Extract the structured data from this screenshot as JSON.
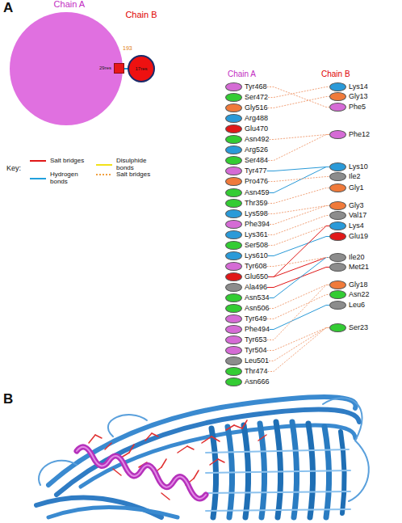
{
  "diagram": {
    "nodes": [
      {
        "text": [
          "Chain A",
          "29res"
        ]
      },
      {
        "text": [
          "Chain B",
          "17res"
        ]
      },
      {
        "text": [
          "Tyr468"
        ]
      },
      {
        "text": [
          "Ser472"
        ]
      },
      {
        "text": [
          "Gly516"
        ]
      },
      {
        "text": [
          "Arg488"
        ]
      },
      {
        "text": [
          "Glu470"
        ]
      },
      {
        "text": [
          "Asn492"
        ]
      },
      {
        "text": [
          "Arg526"
        ]
      },
      {
        "text": [
          "Ser484"
        ]
      },
      {
        "text": [
          "Tyr477"
        ]
      },
      {
        "text": [
          "Pro476"
        ]
      },
      {
        "text": [
          "Asn459"
        ]
      },
      {
        "text": [
          "Thr359"
        ]
      },
      {
        "text": [
          "Lys598"
        ]
      },
      {
        "text": [
          "Phe394"
        ]
      },
      {
        "text": [
          "Lys361"
        ]
      },
      {
        "text": [
          "Ser508"
        ]
      },
      {
        "text": [
          "Lys610"
        ]
      },
      {
        "text": [
          "Tyr608"
        ]
      },
      {
        "text": [
          "Glu650"
        ]
      },
      {
        "text": [
          "Ala496"
        ]
      },
      {
        "text": [
          "Asn534"
        ]
      },
      {
        "text": [
          "Asn506"
        ]
      },
      {
        "text": [
          "Tyr649"
        ]
      },
      {
        "text": [
          "Phe494"
        ]
      },
      {
        "text": [
          "Tyr653"
        ]
      },
      {
        "text": [
          "Tyr504"
        ]
      },
      {
        "text": [
          "Leu501"
        ]
      },
      {
        "text": [
          "Thr474"
        ]
      },
      {
        "text": [
          "Asn666"
        ]
      },
      {
        "text": [
          "Lys14"
        ]
      },
      {
        "text": [
          "Gly13"
        ]
      },
      {
        "text": [
          "Phe5"
        ]
      },
      {
        "text": [
          "Phe12"
        ]
      },
      {
        "text": [
          "Lys10"
        ]
      },
      {
        "text": [
          "Ile2"
        ]
      },
      {
        "text": [
          "Gly1"
        ]
      },
      {
        "text": [
          "Gly3"
        ]
      },
      {
        "text": [
          "Val17"
        ]
      },
      {
        "text": [
          "Lys4"
        ]
      },
      {
        "text": [
          "Glu19"
        ]
      },
      {
        "text": [
          "Ile20"
        ]
      },
      {
        "text": [
          "Met21"
        ]
      },
      {
        "text": [
          "Gly18"
        ]
      },
      {
        "text": [
          "Asn22"
        ]
      },
      {
        "text": [
          "Leu6"
        ]
      },
      {
        "text": [
          "Ser23"
        ]
      }
    ],
    "edges": [
      {
        "from": 0,
        "to": 1,
        "label": "193",
        "arrow": "none"
      },
      {
        "from": 3,
        "to": 31,
        "arrow": "none"
      },
      {
        "from": 4,
        "to": 32,
        "arrow": "none"
      },
      {
        "from": 2,
        "to": 33,
        "arrow": "none"
      },
      {
        "from": 9,
        "to": 34,
        "arrow": "none"
      },
      {
        "from": 7,
        "to": 34,
        "arrow": "none"
      },
      {
        "from": 12,
        "to": 35,
        "arrow": "none"
      },
      {
        "from": 11,
        "to": 36,
        "arrow": "none"
      },
      {
        "from": 13,
        "to": 37,
        "arrow": "none"
      },
      {
        "from": 15,
        "to": 38,
        "arrow": "none"
      },
      {
        "from": 16,
        "to": 39,
        "arrow": "none"
      },
      {
        "from": 17,
        "to": 40,
        "arrow": "none"
      },
      {
        "from": 18,
        "to": 41,
        "arrow": "none"
      },
      {
        "from": 20,
        "to": 40,
        "arrow": "none"
      },
      {
        "from": 20,
        "to": 42,
        "arrow": "none"
      },
      {
        "from": 21,
        "to": 43,
        "arrow": "none"
      },
      {
        "from": 23,
        "to": 44,
        "arrow": "none"
      },
      {
        "from": 24,
        "to": 45,
        "arrow": "none"
      },
      {
        "from": 25,
        "to": 46,
        "arrow": "none"
      },
      {
        "from": 27,
        "to": 47,
        "arrow": "none"
      },
      {
        "from": 28,
        "to": 47,
        "arrow": "none"
      },
      {
        "from": 29,
        "to": 47,
        "arrow": "none"
      },
      {
        "from": 22,
        "to": 42,
        "arrow": "none"
      },
      {
        "from": 19,
        "to": 42,
        "arrow": "none"
      },
      {
        "from": 14,
        "to": 38,
        "arrow": "none"
      },
      {
        "from": 10,
        "to": 35,
        "arrow": "none"
      },
      {
        "from": 26,
        "to": 44,
        "arrow": "none"
      }
    ],
    "labels": [
      "A",
      "Chain A",
      "Chain B",
      "Key:",
      "B"
    ],
    "legend": [
      {
        "text": "Salt bridges"
      },
      {
        "text": "Hydrogen bonds"
      },
      {
        "text": "Disulphide bonds"
      },
      {
        "text": "Salt bridges"
      }
    ]
  }
}
